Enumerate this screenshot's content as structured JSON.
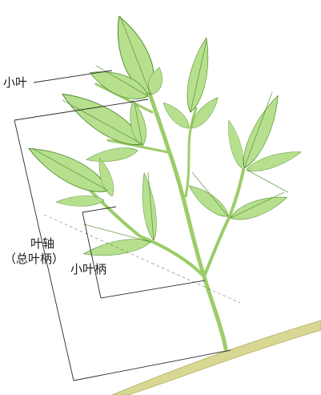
{
  "labels": {
    "leaflet": "小叶",
    "rachis_line1": "叶轴",
    "rachis_line2": "（总叶柄）",
    "petiolule": "小叶柄"
  },
  "colors": {
    "leaf_fill": "#b6e08e",
    "leaf_edge": "#4f8a2a",
    "stem": "#9ccc68",
    "branch": "#d8d894",
    "line": "#2a2a2a"
  }
}
